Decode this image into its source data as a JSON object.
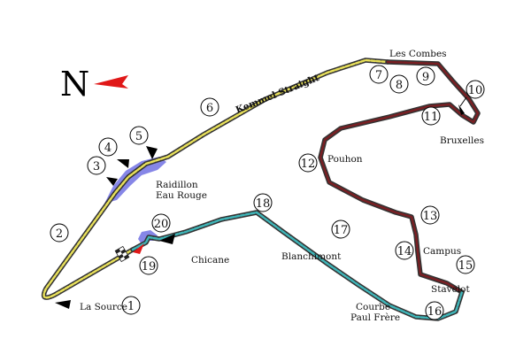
{
  "north_label": "N",
  "colors": {
    "sector1": "#e8e05a",
    "sector2": "#7a1f23",
    "sector3": "#3fb5b8",
    "runoff": "#7f7fe6",
    "arrow_red": "#e01818",
    "outline": "#333333"
  },
  "labels": {
    "kemmel": "Kemmel Straight",
    "les_combes": "Les Combes",
    "bruxelles": "Bruxelles",
    "pouhon": "Pouhon",
    "raidillon": "Raidillon",
    "eau_rouge": "Eau Rouge",
    "chicane": "Chicane",
    "blanchimont": "Blanchimont",
    "campus": "Campus",
    "stavelot": "Stavelot",
    "courbe": "Courbe",
    "paul_frere": "Paul Frère",
    "la_source": "La Source"
  },
  "turns": [
    "1",
    "2",
    "3",
    "4",
    "5",
    "6",
    "7",
    "8",
    "9",
    "10",
    "11",
    "12",
    "13",
    "14",
    "15",
    "16",
    "17",
    "18",
    "19",
    "20"
  ]
}
